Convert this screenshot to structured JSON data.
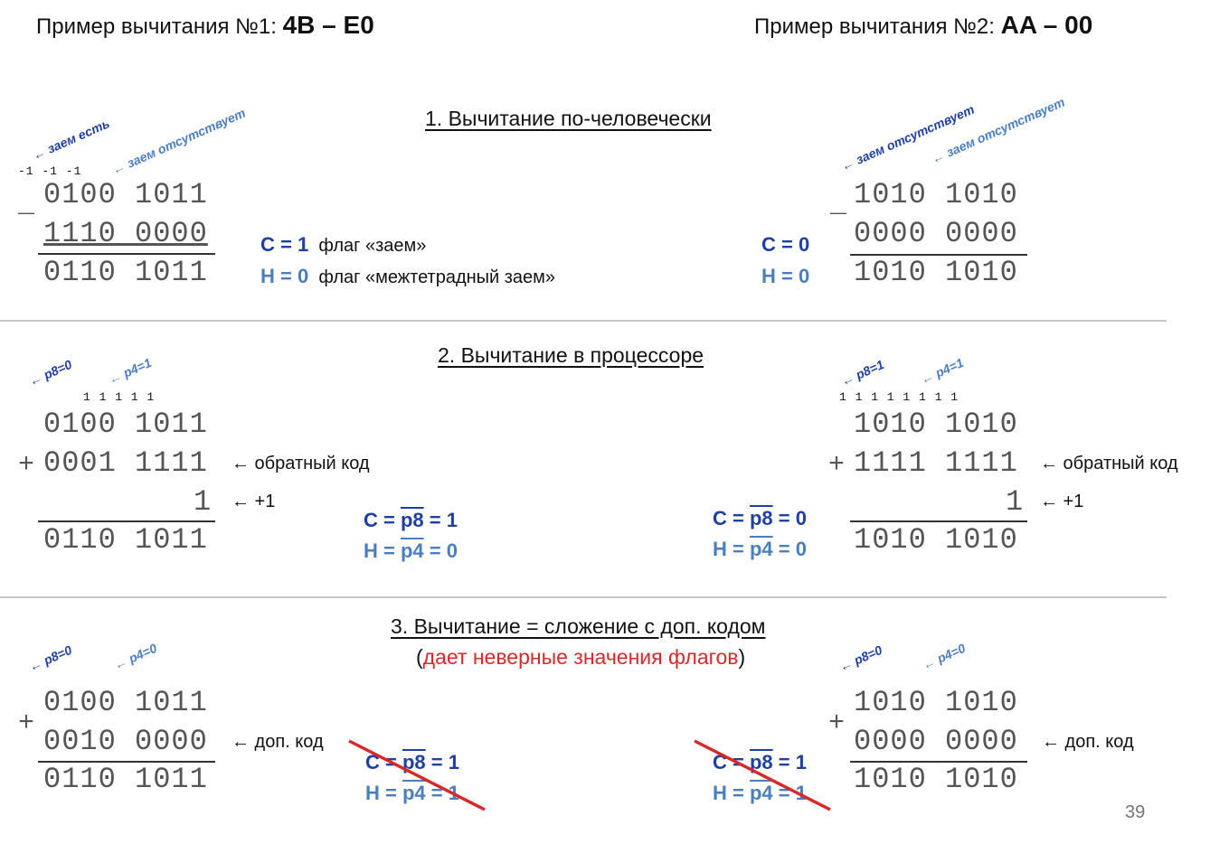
{
  "header": {
    "ex1_prefix": "Пример вычитания №1: ",
    "ex1_value": "4B – E0",
    "ex2_prefix": "Пример вычитания №2: ",
    "ex2_value": "AA – 00"
  },
  "s1": {
    "title": "1. Вычитание по-человечески",
    "left": {
      "borrow_yes": "← заем есть",
      "borrow_no": "← заем отсутствует",
      "borrows": "-1 -1 -1",
      "a": "0100 1011",
      "b": "1110 0000",
      "r": "0110 1011"
    },
    "flags_left": {
      "c": "C = 1",
      "c_desc": "флаг «заем»",
      "h": "H = 0",
      "h_desc": "флаг «межтетрадный заем»"
    },
    "right": {
      "borrow_no1": "← заем отсутствует",
      "borrow_no2": "← заем отсутствует",
      "a": "1010 1010",
      "b": "0000 0000",
      "r": "1010 1010",
      "c": "C = 0",
      "h": "H = 0"
    }
  },
  "s2": {
    "title": "2. Вычитание в процессоре",
    "left": {
      "p8": "← p8=0",
      "p4": "← p4=1",
      "carries": "1 1  1 1 1",
      "a": "0100 1011",
      "b": "0001 1111",
      "one": "1",
      "r": "0110 1011",
      "note_inv": "← обратный код",
      "note_plus": "← +1",
      "c_pre": "C = ",
      "c_p": "p8",
      "c_post": " = 1",
      "h_pre": "H = ",
      "h_p": "p4",
      "h_post": " = 0"
    },
    "right": {
      "p8": "← p8=1",
      "p4": "← p4=1",
      "carries": "1 1 1 1 1  1 1 1",
      "a": "1010 1010",
      "b": "1111 1111",
      "one": "1",
      "r": "1010 1010",
      "note_inv": "← обратный код",
      "note_plus": "← +1",
      "c_pre": "C = ",
      "c_p": "p8",
      "c_post": " = 0",
      "h_pre": "H = ",
      "h_p": "p4",
      "h_post": " = 0"
    }
  },
  "s3": {
    "title": "3. Вычитание = сложение с доп. кодом",
    "sub_open": "(",
    "sub_red": "дает неверные значения флагов",
    "sub_close": ")",
    "left": {
      "p8": "← p8=0",
      "p4": "← p4=0",
      "a": "0100 1011",
      "b": "0010 0000",
      "r": "0110 1011",
      "note": "← доп. код",
      "c_pre": "C = ",
      "c_p": "p8",
      "c_post": " = 1",
      "h_pre": "H = ",
      "h_p": "p4",
      "h_post": " = 1"
    },
    "right": {
      "p8": "← p8=0",
      "p4": "← p4=0",
      "a": "1010 1010",
      "b": "0000 0000",
      "r": "1010 1010",
      "note": "← доп. код",
      "c_pre": "C = ",
      "c_p": "p8",
      "c_post": " = 1",
      "h_pre": "H = ",
      "h_p": "p4",
      "h_post": " = 1"
    }
  },
  "page_number": "39",
  "signs": {
    "minus": "_",
    "plus": "+"
  }
}
